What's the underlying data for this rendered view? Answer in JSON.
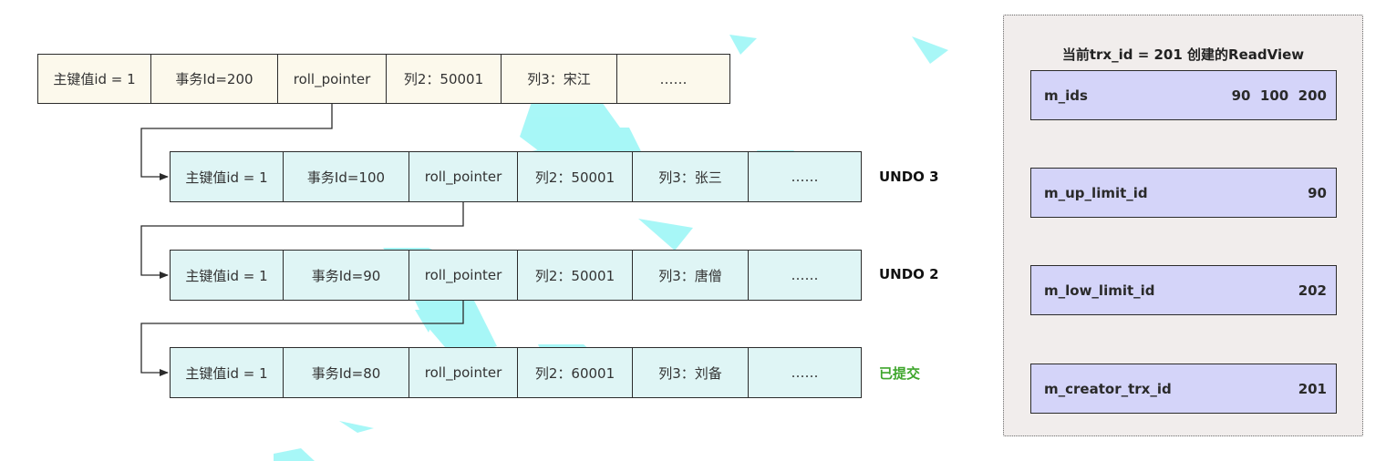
{
  "version_chain": {
    "rows": [
      {
        "kind": "current",
        "cells": [
          "主键值id = 1",
          "事务Id=200",
          "roll_pointer",
          "列2：50001",
          "列3：宋江",
          "……"
        ],
        "tag": ""
      },
      {
        "kind": "undo",
        "cells": [
          "主键值id = 1",
          "事务Id=100",
          "roll_pointer",
          "列2：50001",
          "列3：张三",
          "……"
        ],
        "tag": "UNDO 3"
      },
      {
        "kind": "undo",
        "cells": [
          "主键值id = 1",
          "事务Id=90",
          "roll_pointer",
          "列2：50001",
          "列3：唐僧",
          "……"
        ],
        "tag": "UNDO 2"
      },
      {
        "kind": "undo",
        "cells": [
          "主键值id = 1",
          "事务Id=80",
          "roll_pointer",
          "列2：60001",
          "列3：刘备",
          "……"
        ],
        "tag": "已提交"
      }
    ]
  },
  "readview": {
    "title": "当前trx_id = 201 创建的ReadView",
    "fields": [
      {
        "name": "m_ids",
        "value": "90  100  200"
      },
      {
        "name": "m_up_limit_id",
        "value": "90"
      },
      {
        "name": "m_low_limit_id",
        "value": "202"
      },
      {
        "name": "m_creator_trx_id",
        "value": "201"
      }
    ]
  },
  "colors": {
    "current_row_fill": "#fcf9ec",
    "undo_row_fill": "#dff5f5",
    "readview_panel_fill": "#f1edec",
    "readview_field_fill": "#d4d4f9",
    "committed_text": "#3fa62d",
    "watermark": "#52f0f0"
  }
}
